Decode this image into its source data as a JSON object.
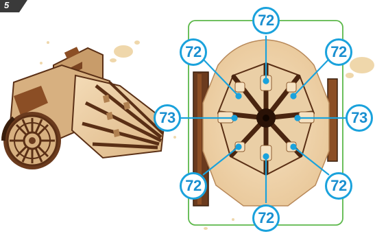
{
  "step_number": "5",
  "colors": {
    "callout": "#1aa2dc",
    "frame": "#5cb84a",
    "wood_light": "#f1d7b0",
    "wood_dark": "#6b3b1e",
    "splash": "#e3b867"
  },
  "callouts": [
    {
      "id": "top",
      "label": "72"
    },
    {
      "id": "upper-left",
      "label": "72"
    },
    {
      "id": "upper-right",
      "label": "72"
    },
    {
      "id": "left",
      "label": "73"
    },
    {
      "id": "right",
      "label": "73"
    },
    {
      "id": "lower-left",
      "label": "72"
    },
    {
      "id": "lower-right",
      "label": "72"
    },
    {
      "id": "bottom",
      "label": "72"
    }
  ]
}
